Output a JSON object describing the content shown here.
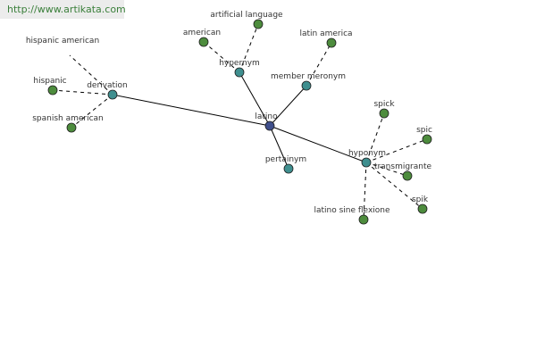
{
  "watermark": {
    "url": "http://www.artikata.com"
  },
  "colors": {
    "center": "#3f4f8c",
    "relation": "#3f8f8f",
    "leaf": "#4d8c3d",
    "edge": "#000000"
  },
  "graph": {
    "nodes": [
      {
        "id": "latino",
        "label": "latino",
        "kind": "center"
      },
      {
        "id": "derivation",
        "label": "derivation",
        "kind": "relation"
      },
      {
        "id": "hypernym",
        "label": "hypernym",
        "kind": "relation"
      },
      {
        "id": "member-meronym",
        "label": "member meronym",
        "kind": "relation"
      },
      {
        "id": "pertainym",
        "label": "pertainym",
        "kind": "relation"
      },
      {
        "id": "hyponym",
        "label": "hyponym",
        "kind": "relation"
      },
      {
        "id": "hispanic-american",
        "label": "hispanic american",
        "kind": "leaf"
      },
      {
        "id": "hispanic",
        "label": "hispanic",
        "kind": "leaf"
      },
      {
        "id": "spanish-american",
        "label": "spanish american",
        "kind": "leaf"
      },
      {
        "id": "american",
        "label": "american",
        "kind": "leaf"
      },
      {
        "id": "artificial-language",
        "label": "artificial language",
        "kind": "leaf"
      },
      {
        "id": "latin-america",
        "label": "latin america",
        "kind": "leaf"
      },
      {
        "id": "spick",
        "label": "spick",
        "kind": "leaf"
      },
      {
        "id": "spic",
        "label": "spic",
        "kind": "leaf"
      },
      {
        "id": "transmigrante",
        "label": "transmigrante",
        "kind": "leaf"
      },
      {
        "id": "spik",
        "label": "spik",
        "kind": "leaf"
      },
      {
        "id": "latino-sine-flexione",
        "label": "latino sine flexione",
        "kind": "leaf"
      }
    ],
    "edges": [
      {
        "from": "latino",
        "to": "derivation",
        "style": "solid"
      },
      {
        "from": "latino",
        "to": "hypernym",
        "style": "solid"
      },
      {
        "from": "latino",
        "to": "member-meronym",
        "style": "solid"
      },
      {
        "from": "latino",
        "to": "pertainym",
        "style": "solid"
      },
      {
        "from": "latino",
        "to": "hyponym",
        "style": "solid"
      },
      {
        "from": "derivation",
        "to": "hispanic-american",
        "style": "dashed"
      },
      {
        "from": "derivation",
        "to": "hispanic",
        "style": "dashed"
      },
      {
        "from": "derivation",
        "to": "spanish-american",
        "style": "dashed"
      },
      {
        "from": "hypernym",
        "to": "american",
        "style": "dashed"
      },
      {
        "from": "hypernym",
        "to": "artificial-language",
        "style": "dashed"
      },
      {
        "from": "member-meronym",
        "to": "latin-america",
        "style": "dashed"
      },
      {
        "from": "hyponym",
        "to": "spick",
        "style": "dashed"
      },
      {
        "from": "hyponym",
        "to": "spic",
        "style": "dashed"
      },
      {
        "from": "hyponym",
        "to": "transmigrante",
        "style": "dashed"
      },
      {
        "from": "hyponym",
        "to": "spik",
        "style": "dashed"
      },
      {
        "from": "hyponym",
        "to": "latino-sine-flexione",
        "style": "dashed"
      }
    ]
  }
}
